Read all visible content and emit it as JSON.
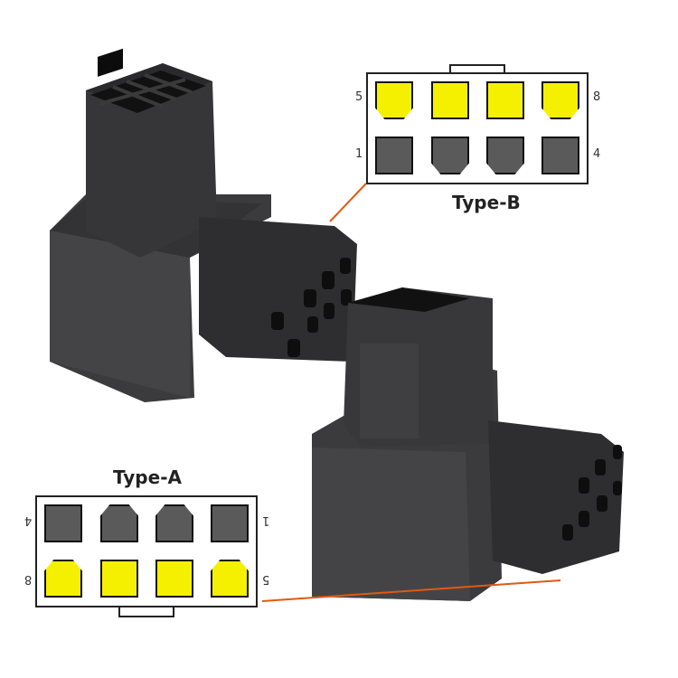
{
  "type_b": {
    "label": "Type-B",
    "top_row": {
      "left_num": "5",
      "right_num": "8",
      "color": "#f5f000"
    },
    "bottom_row": {
      "left_num": "1",
      "right_num": "4",
      "color": "#5a5a5a"
    }
  },
  "type_a": {
    "label": "Type-A",
    "top_row": {
      "left_num": "4",
      "right_num": "1",
      "color": "#5a5a5a"
    },
    "bottom_row": {
      "left_num": "8",
      "right_num": "5",
      "color": "#f5f000"
    }
  },
  "colors": {
    "leader_line": "#e05a10",
    "connector_body": "#3a3a3c",
    "background": "#ffffff"
  }
}
